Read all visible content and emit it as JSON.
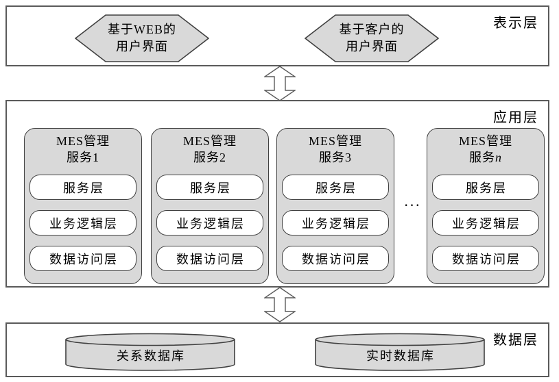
{
  "diagram": {
    "presentation": {
      "label": "表示层",
      "nodes": [
        {
          "line1": "基于WEB的",
          "line2": "用户界面"
        },
        {
          "line1": "基于客户的",
          "line2": "用户界面"
        }
      ]
    },
    "application": {
      "label": "应用层",
      "ellipsis": "···",
      "services": [
        {
          "title": "MES管理",
          "subtitle_prefix": "服务",
          "subtitle_num": "1",
          "sublayers": [
            "服务层",
            "业务逻辑层",
            "数据访问层"
          ]
        },
        {
          "title": "MES管理",
          "subtitle_prefix": "服务",
          "subtitle_num": "2",
          "sublayers": [
            "服务层",
            "业务逻辑层",
            "数据访问层"
          ]
        },
        {
          "title": "MES管理",
          "subtitle_prefix": "服务",
          "subtitle_num": "3",
          "sublayers": [
            "服务层",
            "业务逻辑层",
            "数据访问层"
          ]
        },
        {
          "title": "MES管理",
          "subtitle_prefix": "服务",
          "subtitle_num": "n",
          "sublayers": [
            "服务层",
            "业务逻辑层",
            "数据访问层"
          ]
        }
      ]
    },
    "data_layer": {
      "label": "数据层",
      "databases": [
        {
          "label": "关系数据库"
        },
        {
          "label": "实时数据库"
        }
      ]
    },
    "colors": {
      "shape_fill": "#d9d9d9",
      "shape_border": "#404040",
      "layer_border": "#5a5a5a"
    }
  }
}
